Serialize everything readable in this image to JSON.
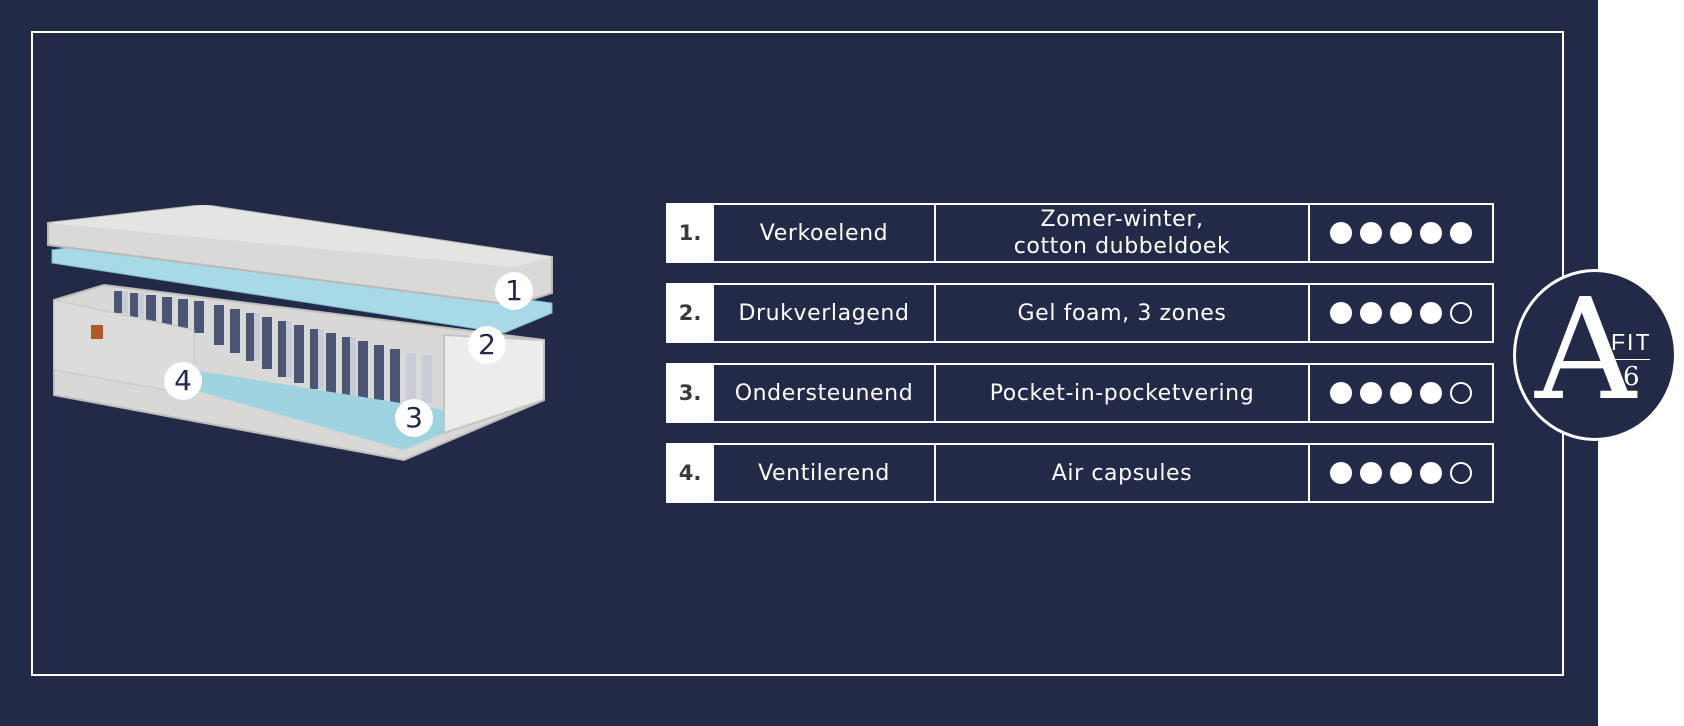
{
  "callouts": [
    "1",
    "2",
    "3",
    "4"
  ],
  "features": [
    {
      "number": "1.",
      "name": "Verkoelend",
      "description": "Zomer-winter,\ncotton dubbeldoek",
      "rating": 5,
      "max": 5
    },
    {
      "number": "2.",
      "name": "Drukverlagend",
      "description": "Gel foam, 3 zones",
      "rating": 4,
      "max": 5
    },
    {
      "number": "3.",
      "name": "Ondersteunend",
      "description": "Pocket-in-pocketvering",
      "rating": 4,
      "max": 5
    },
    {
      "number": "4.",
      "name": "Ventilerend",
      "description": "Air capsules",
      "rating": 4,
      "max": 5
    }
  ],
  "logo": {
    "letter": "A",
    "fit": "FIT",
    "number": "6"
  },
  "colors": {
    "background": "#222a48",
    "foreground": "#ffffff",
    "number_text": "#3a3a3a"
  }
}
